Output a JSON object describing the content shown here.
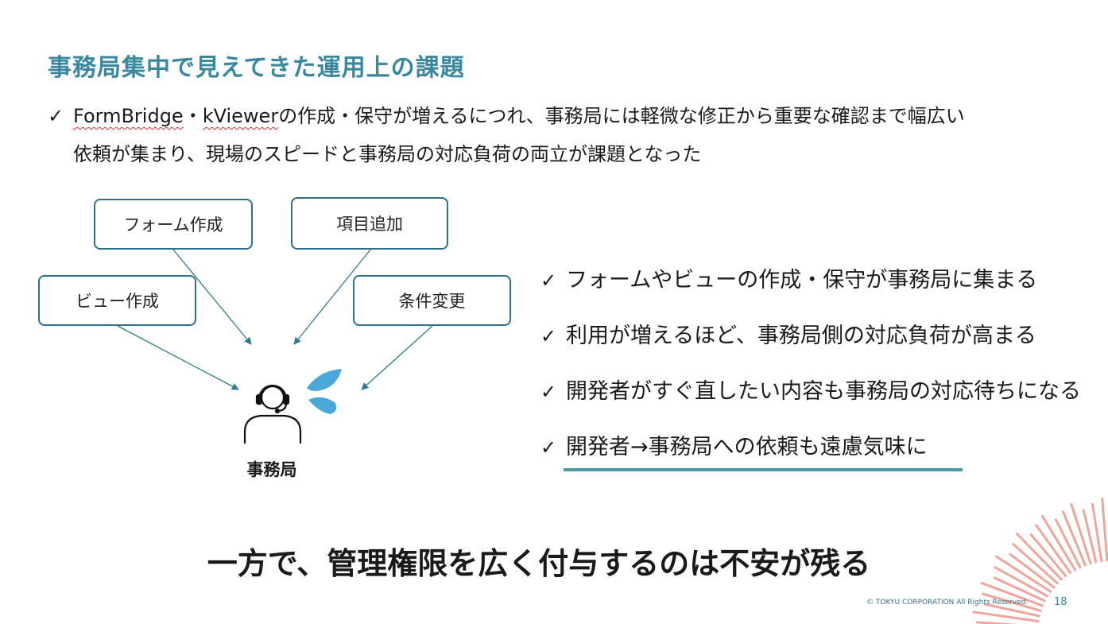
{
  "slide": {
    "title": "事務局集中で見えてきた運用上の課題",
    "intro": {
      "check": "✓",
      "brand1": "FormBridge",
      "sep": "・",
      "brand2": "kViewer",
      "line1_rest": "の作成・保守が増えるにつれ、事務局には軽微な修正から重要な確認まで幅広い",
      "line2": "依頼が集まり、現場のスピードと事務局の対応負荷の両立が課題となった"
    },
    "diagram": {
      "boxes": [
        "フォーム作成",
        "項目追加",
        "ビュー作成",
        "条件変更"
      ],
      "person_label": "事務局"
    },
    "bullets": [
      "フォームやビューの作成・保守が事務局に集まる",
      "利用が増えるほど、事務局側の対応負荷が高まる",
      "開発者がすぐ直したい内容も事務局の対応待ちになる",
      "開発者→事務局への依頼も遠慮気味に"
    ],
    "check_glyph": "✓",
    "conclusion": "一方で、管理権限を広く付与するのは不安が残る",
    "footer": {
      "copyright": "© TOKYU CORPORATION All Rights Reserved.",
      "page_number": "18"
    }
  },
  "colors": {
    "title": "#3a88a0",
    "box_border": "#2f6f8a",
    "arrow": "#2f7a90",
    "drop": "#4aa8d8",
    "accent_bar": "#4a9aa6",
    "rays": "#f0a59a"
  }
}
